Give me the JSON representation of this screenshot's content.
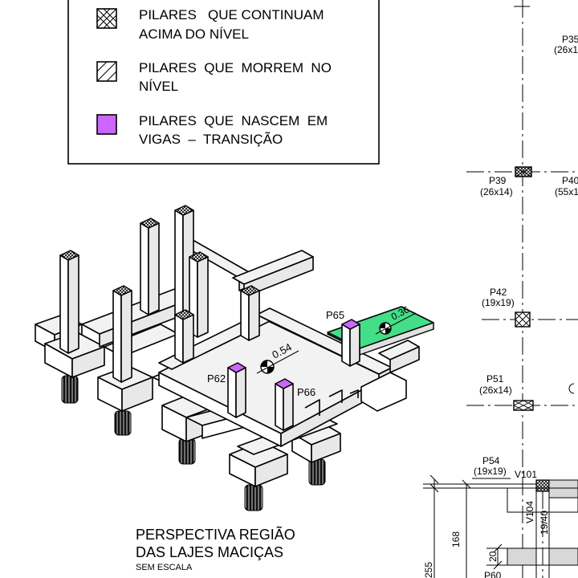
{
  "legend": {
    "items": [
      {
        "icon": "crosshatch-box-icon",
        "line1": "PILARES   QUE CONTINUAM",
        "line2": "ACIMA DO NÍVEL"
      },
      {
        "icon": "diagonal-hatch-box-icon",
        "line1": "PILARES  QUE  MORREM  NO",
        "line2": "NÍVEL"
      },
      {
        "icon": "magenta-box-icon",
        "line1": "PILARES  QUE  NASCEM  EM",
        "line2": "VIGAS  –  TRANSIÇÃO"
      }
    ]
  },
  "colors": {
    "transition_pillar": "#cc66ff",
    "cantilever_slab": "#44dd88",
    "line": "#000000",
    "slab_fill": "#f2f2f2"
  },
  "perspective": {
    "title_line1": "PERSPECTIVA REGIÃO",
    "title_line2": "DAS LAJES MACIÇAS",
    "subtitle": "SEM ESCALA",
    "labels": {
      "p62": "P62",
      "p65": "P65",
      "p66": "P66",
      "thickness_main": "0.54",
      "thickness_green": "0.36"
    }
  },
  "plan": {
    "pillars": [
      {
        "name": "P35",
        "dims": "(26x1"
      },
      {
        "name": "P39",
        "dims": "(26x14)"
      },
      {
        "name": "P40",
        "dims": "(55x1"
      },
      {
        "name": "P42",
        "dims": "(19x19)"
      },
      {
        "name": "P51",
        "dims": "(26x14)"
      },
      {
        "name": "P54",
        "dims": "(19x19)"
      }
    ],
    "beams": {
      "v101": "V101",
      "v104": "V104",
      "beam_dim": "19/40"
    },
    "dimensions": {
      "d168": "168",
      "d20": "20",
      "d255": "255",
      "p60": "P60"
    }
  }
}
